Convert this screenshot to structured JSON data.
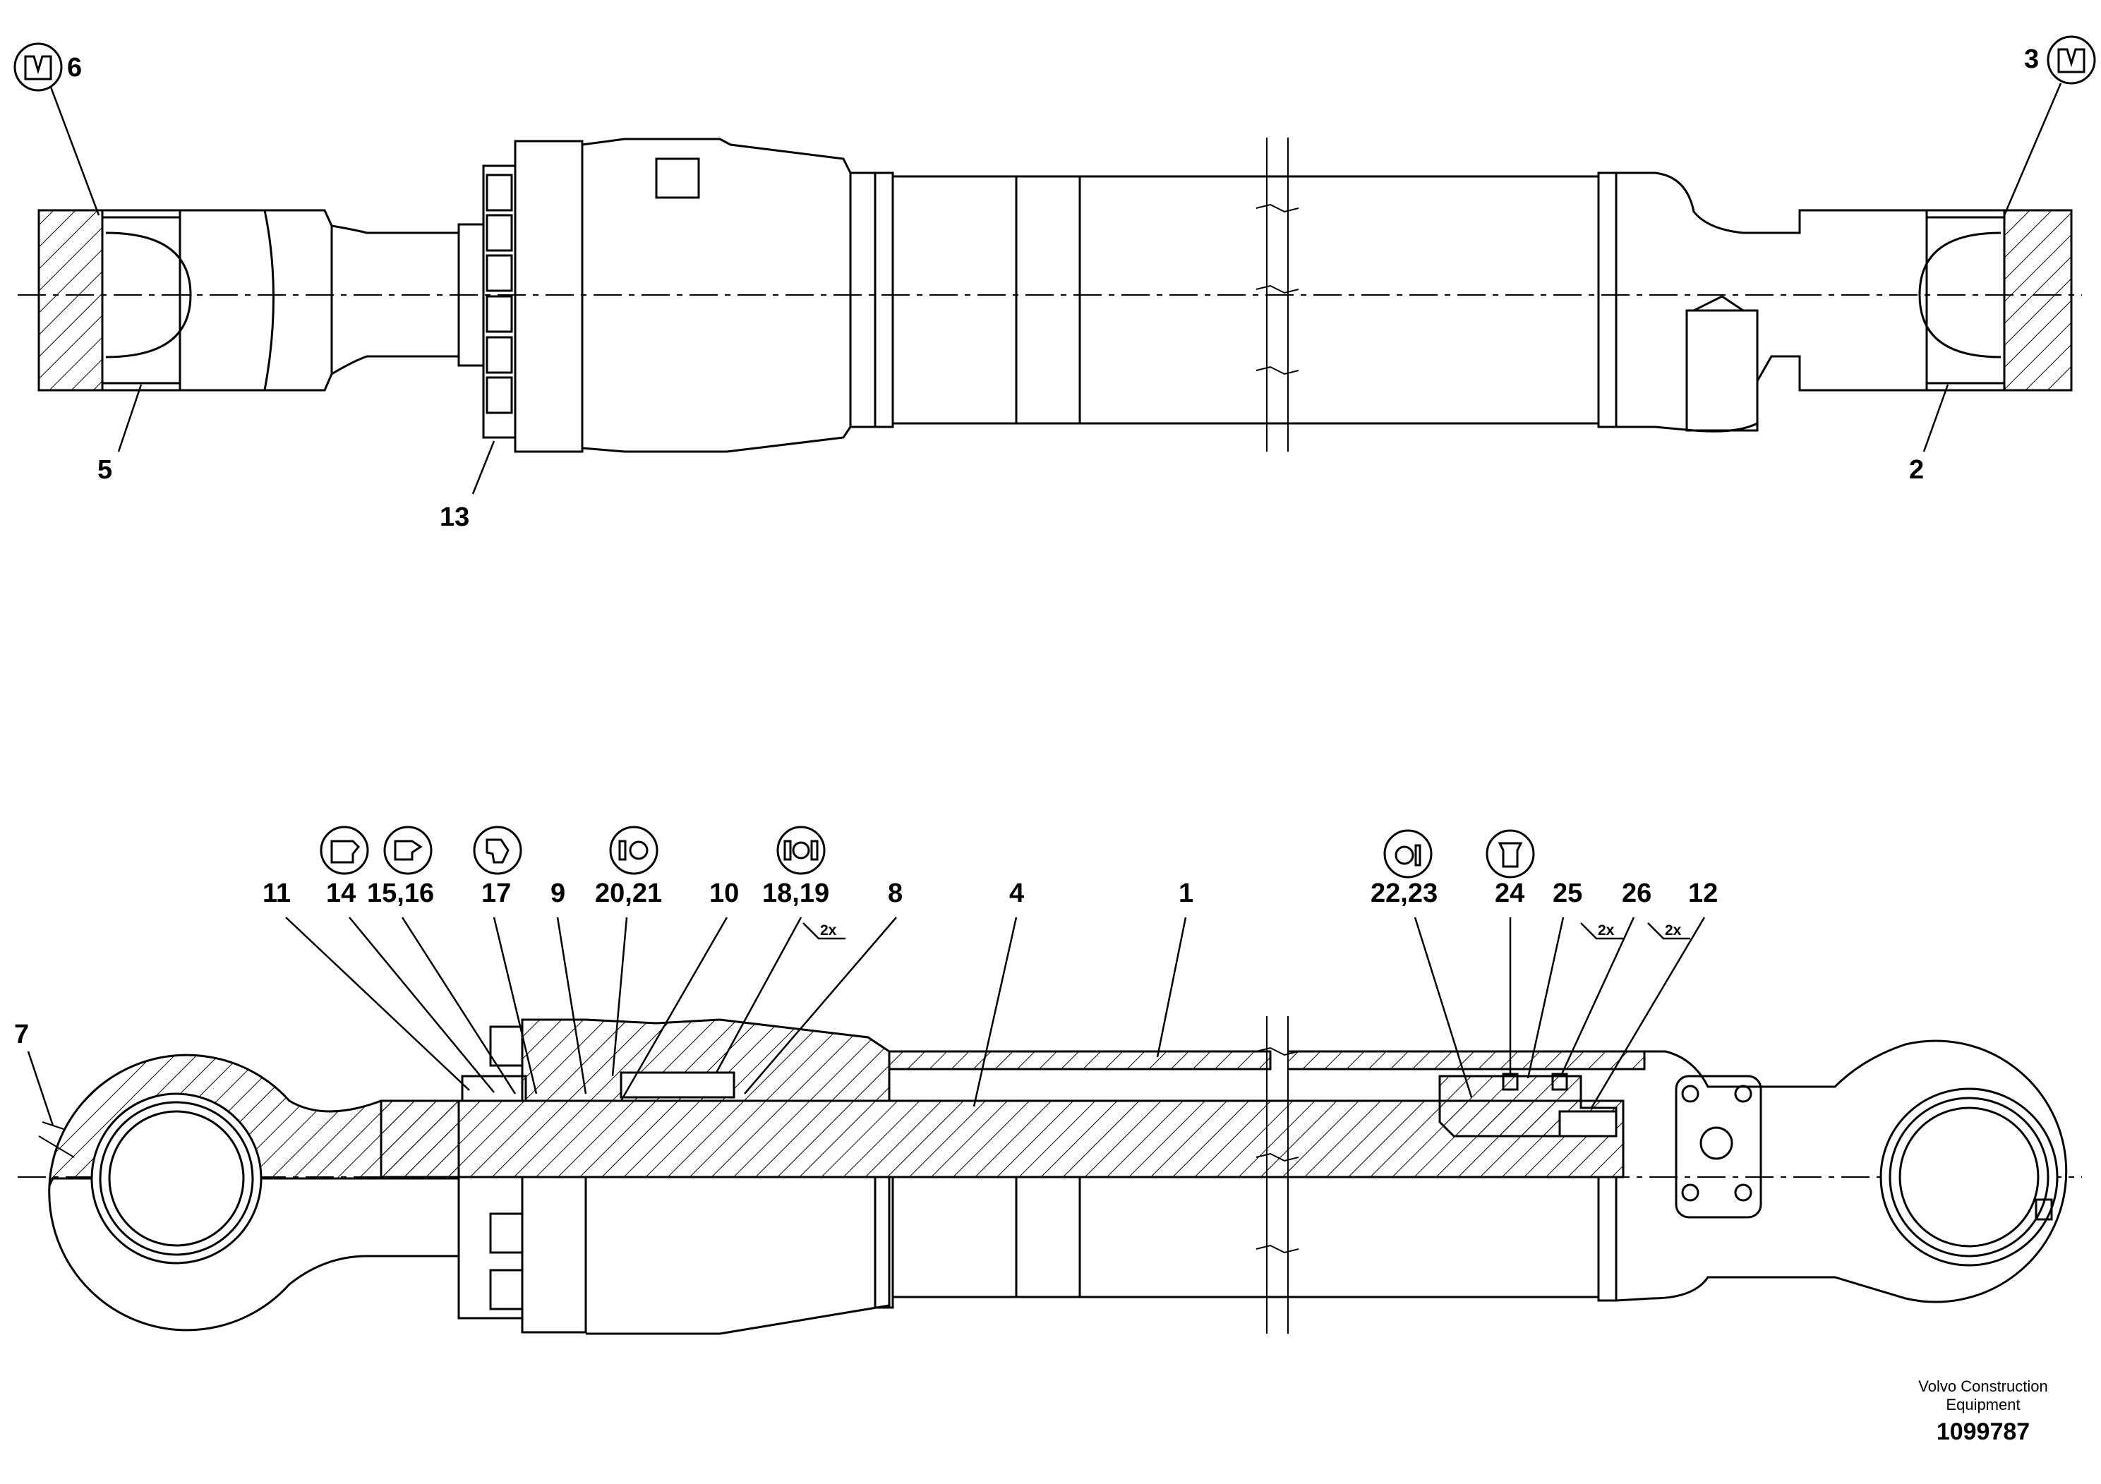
{
  "diagram": {
    "top_view": {
      "callouts": [
        "6",
        "3",
        "5",
        "2",
        "13"
      ]
    },
    "section_view": {
      "callouts": [
        "11",
        "14",
        "15,16",
        "17",
        "9",
        "20,21",
        "10",
        "18,19",
        "8",
        "4",
        "1",
        "22,23",
        "24",
        "25",
        "26",
        "12",
        "7"
      ],
      "multiplier_notes": [
        "2x",
        "2x",
        "2x"
      ]
    },
    "seal_symbols": [
      "seal-profile-icon",
      "seal-profile-icon",
      "seal-profile-icon",
      "seal-profile-icon",
      "seal-profile-icon",
      "oring-icon",
      "seal-profile-icon"
    ]
  },
  "footer": {
    "brand_line1": "Volvo Construction",
    "brand_line2": "Equipment",
    "part_number": "1099787"
  }
}
